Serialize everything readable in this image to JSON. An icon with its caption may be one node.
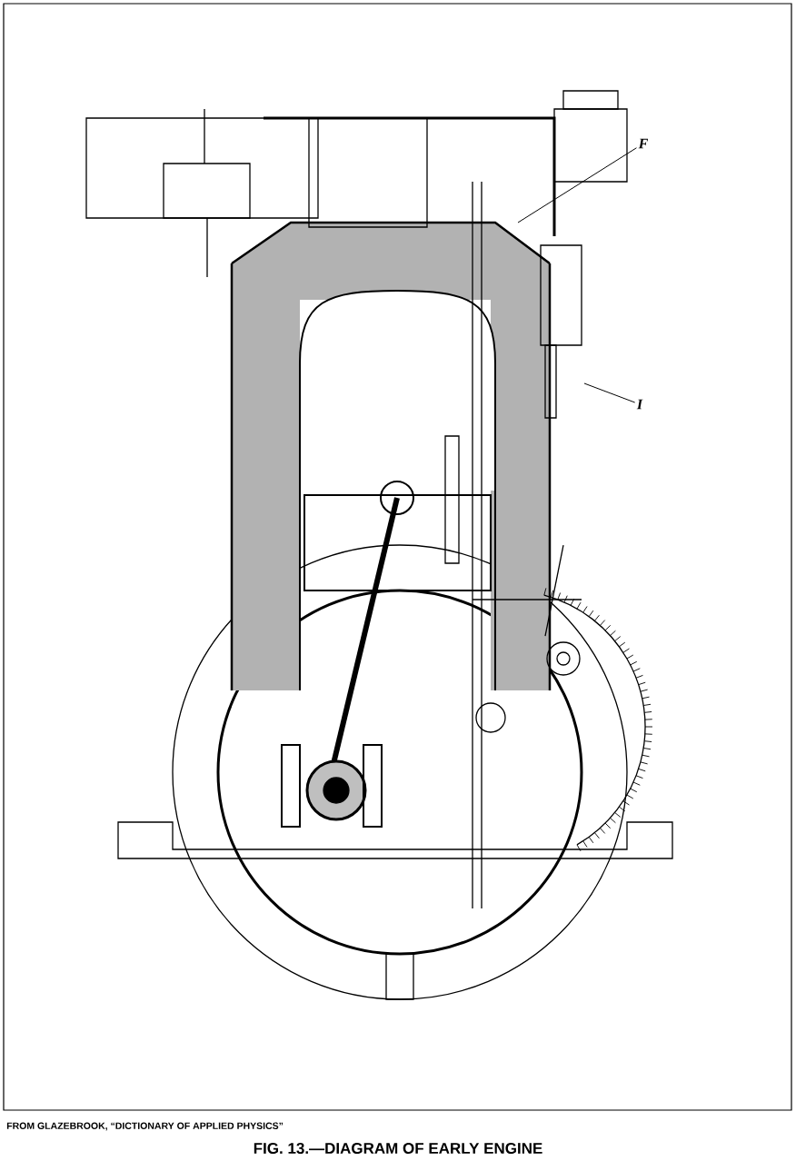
{
  "diagram": {
    "caption": "FIG. 13.—DIAGRAM OF EARLY ENGINE",
    "nodes": [
      {
        "text": [
          "F"
        ]
      },
      {
        "text": [
          "I"
        ]
      }
    ],
    "edges": [
      {
        "from": 0,
        "to": null,
        "arrow": "none"
      },
      {
        "from": 1,
        "to": null,
        "arrow": "none"
      }
    ],
    "labels": [
      "FROM GLAZEBROOK, “DICTIONARY OF APPLIED PHYSICS”"
    ]
  }
}
